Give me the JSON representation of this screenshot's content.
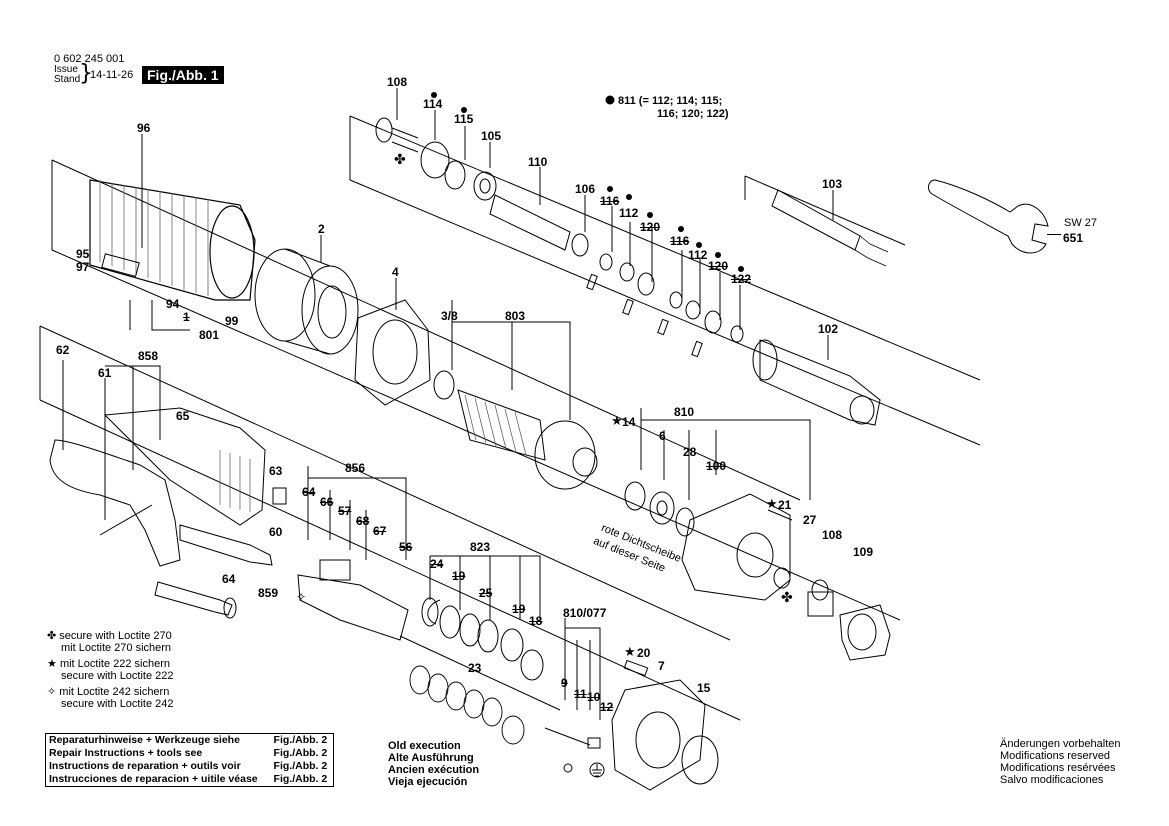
{
  "header": {
    "part_number": "0 602 245 001",
    "issue_label": "Issue",
    "stand_label": "Stand",
    "date": "14-11-26",
    "figure": "Fig./Abb. 1"
  },
  "set_811": {
    "line1": "811 (= 112; 114; 115;",
    "line2": "116; 120; 122)"
  },
  "wrench": {
    "label_sw": "SW 27",
    "number": "651"
  },
  "labels": {
    "l108a": "108",
    "l114": "114",
    "l115": "115",
    "l105": "105",
    "l110": "110",
    "l96": "96",
    "l2": "2",
    "l4": "4",
    "l95": "95",
    "l97": "97",
    "l94": "94",
    "l1": "1",
    "l801": "801",
    "l99": "99",
    "l106": "106",
    "l116a": "116",
    "l112a": "112",
    "l120a": "120",
    "l116b": "116",
    "l112b": "112",
    "l120b": "120",
    "l122": "122",
    "l103": "103",
    "l102": "102",
    "l38": "3/8",
    "l803": "803",
    "l62": "62",
    "l858": "858",
    "l61": "61",
    "l65": "65",
    "l63": "63",
    "l856": "856",
    "l64a": "64",
    "l66": "66",
    "l57": "57",
    "l68": "68",
    "l67": "67",
    "l56": "56",
    "l60": "60",
    "l64b": "64",
    "l859": "859",
    "l14": "14",
    "l810": "810",
    "l6": "6",
    "l28": "28",
    "l100": "100",
    "l21": "21",
    "l27": "27",
    "l108b": "108",
    "l109": "109",
    "l823": "823",
    "l24": "24",
    "l19a": "19",
    "l25": "25",
    "l19b": "19",
    "l18": "18",
    "l23": "23",
    "l810077": "810/077",
    "l20": "20",
    "l7": "7",
    "l9": "9",
    "l11": "11",
    "l10": "10",
    "l12": "12",
    "l15": "15"
  },
  "seal_note": {
    "line1": "rote Dichtscheibe",
    "line2": "auf dieser Seite"
  },
  "old_execution": [
    "Old execution",
    "Alte Ausführung",
    "Ancien exécution",
    "Vieja ejecución"
  ],
  "legend": {
    "clover_1": "secure with Loctite 270",
    "clover_2": "mit Loctite 270 sichern",
    "star_1": "mit Loctite 222 sichern",
    "star_2": "secure with Loctite 222",
    "hollow_1": "mit Loctite 242 sichern",
    "hollow_2": "secure with Loctite 242"
  },
  "repair_table": [
    {
      "text": "Reparaturhinweise + Werkzeuge siehe",
      "ref": "Fig./Abb. 2"
    },
    {
      "text": "Repair Instructions + tools see",
      "ref": "Fig./Abb. 2"
    },
    {
      "text": "Instructions de reparation + outils voir",
      "ref": "Fig./Abb. 2"
    },
    {
      "text": "Instrucciones de reparacion + uitile véase",
      "ref": "Fig./Abb. 2"
    }
  ],
  "footer_note": [
    "Änderungen vorbehalten",
    "Modifications reserved",
    "Modifications resérvées",
    "Salvo modificaciones"
  ]
}
